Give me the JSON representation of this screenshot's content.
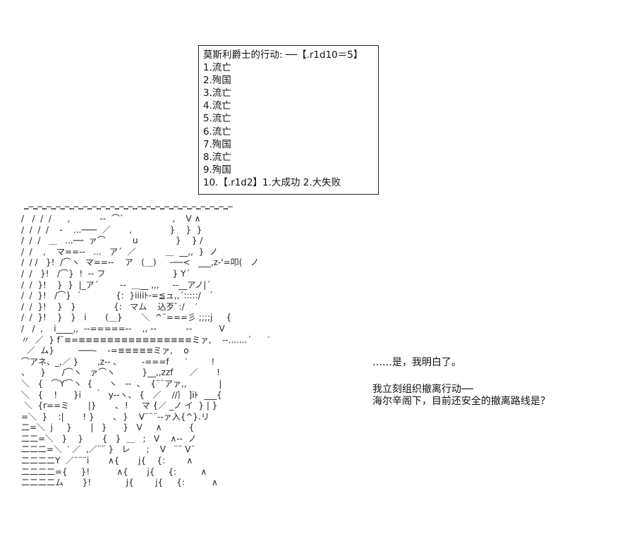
{
  "dice_box": {
    "header": "莫斯利爵士的行动: ──【.r1d10＝5】",
    "items": [
      "1.流亡",
      "2.殉国",
      "3.流亡",
      "4.流亡",
      "5.流亡",
      "6.流亡",
      "7.殉国",
      "8.流亡",
      "9.殉国"
    ],
    "footer": "10.【.r1d2】1.大成功 2.大失败"
  },
  "divider_rule": "…─…─…─…─…─…─…─…─…─…─…─…─…─…─…─…─…─…─…─…─…─…─…─",
  "ascii_art": "/   /  /  /      ,           -‐  ⌒`                  ,    V ∧\n/  /  /  /    -    ...───  ／       ,              }    }  }\n/  /  /   ＿   ...──  ァ⌒          u              }    } /\n/  /    ,    マ==-‐   ...   ア´  ／           ＿  __,,  }  ノ\n/  / /   }!  /⌒ヽ  マ==-‐    ア   (＿)     ‐──<   ___,z-'=叩(   ノ\n/  /   }!   /⌒}  !  -‐ フ                         } Y´\n/  /  }!    }  }  |_ア´        -‐  ＿__ ,,,     -‐__アノ|´\n/  /  }!   /⌒}  ´             {:  }iiiiﾄ-=≦ュ,,´:::::/   ´\n/  /  }!    }   }              {:   マム    込歹ﾞ:/    ′\n/  /  }!    }   }   i       (＿}       ＼  ^¨===彡 ;;;;j     {\n/   /  ,    i____,,  -‐=====-‐    ,, -‐           -‐          V\n〃  ／  } f¨≡=≡≡≡≡≡≡≡≡≡≡≡≡≡≡≡≡ミァ,    -‐.......´      ′\n  ／  ム}         ───‐    ‐=≡≡≡≡≡ミァ,    ο\n⌒アネ、_,／ }       ,z-‐ ､         -===f      ′         !\n、    }      /⌒ヽ   ァ⌒ヽ          }__,,zzf      ／       !\n＼   {   ⌒Y⌒ヽ  {      ヽ   ‐-  、  {¨¨アァ,,            |\n＼   {    !      }i     ｀  y‐-ヽ、 {   ／    //｝ ]iﾄ  ___{\n ＼  {r==ミ       |}       ､  !     マ {／ _ノ イ  } | }\n=＼  }    :|       ! }       ､  }    V¨¨¨‐-ァ入{^}.リ\n二=＼  j     }       |   }      }   V     ∧          {\n二二=＼   }    }       {   }  ＿   ;   V    ∧‐-  ノ\n二二二=＼  ′ ／  ,／¨¨ }   レ      ;    V   ¨¨ V´\n二二二二Y  ／¨¨¨i       ∧{       j{    {:        ∧\n二二二二={     }!          ∧{       j{     {:         ∧\n二二二二ム       }!             j{        j{     {:          ∧",
  "dialog": {
    "line1": "……是，我明白了。",
    "line2": "我立刻组织撤离行动──",
    "line3": "海尔辛阁下，目前还安全的撤离路线是？"
  }
}
